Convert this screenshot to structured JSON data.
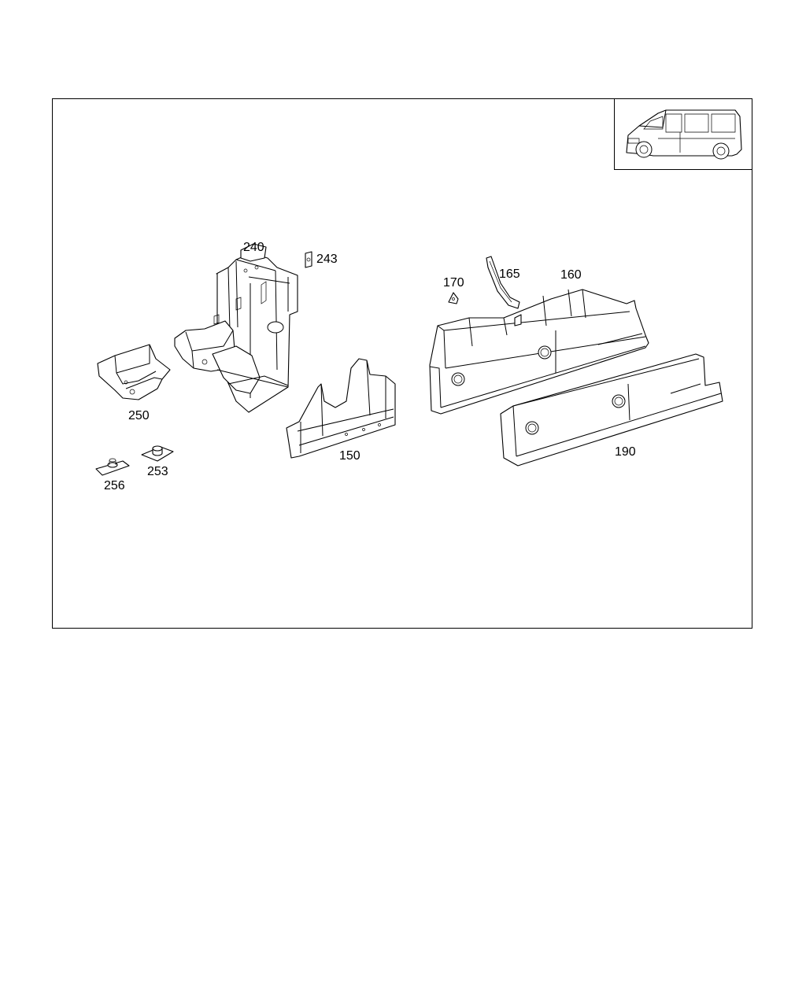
{
  "thumbnail": {
    "icon": "van-icon"
  },
  "callouts": [
    {
      "id": "240",
      "text": "240"
    },
    {
      "id": "243",
      "text": "243"
    },
    {
      "id": "170",
      "text": "170"
    },
    {
      "id": "165",
      "text": "165"
    },
    {
      "id": "160",
      "text": "160"
    },
    {
      "id": "250",
      "text": "250"
    },
    {
      "id": "150",
      "text": "150"
    },
    {
      "id": "190",
      "text": "190"
    },
    {
      "id": "256",
      "text": "256"
    },
    {
      "id": "253",
      "text": "253"
    }
  ]
}
